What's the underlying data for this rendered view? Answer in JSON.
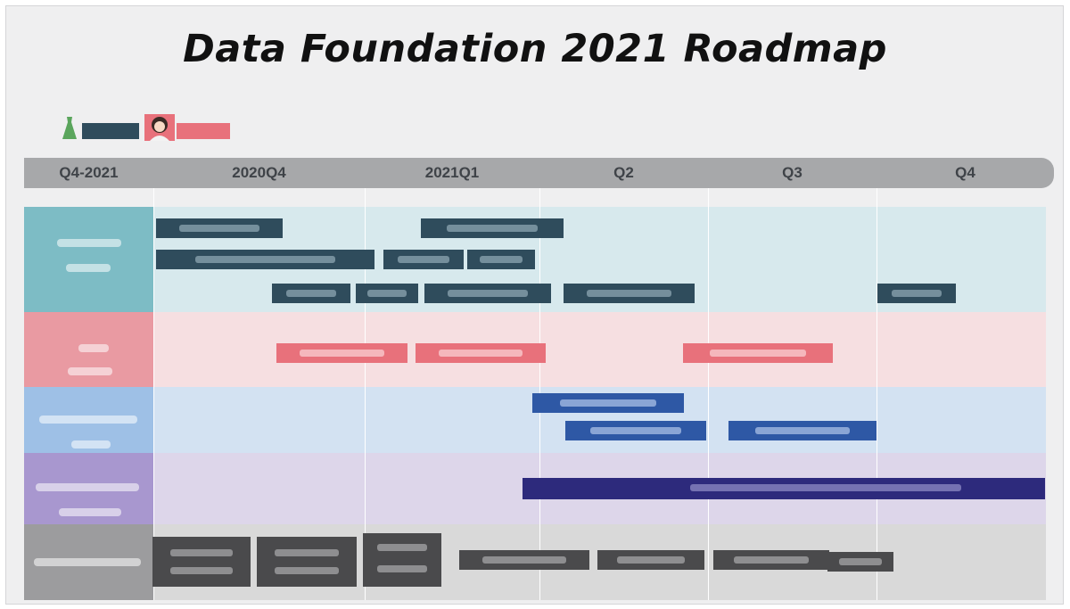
{
  "title": "Data Foundation 2021 Roadmap",
  "colors": {
    "frame_bg": "#efeff0",
    "header_bg": "#a7a8aa",
    "header_text": "#3f4348",
    "product_band": "#d7e9ed",
    "product_chevron": "#7dbcc5",
    "user_band": "#f6dfe1",
    "user_chevron": "#e99aa2",
    "recommendation_band": "#d3e2f2",
    "recommendation_chevron": "#9ec0e6",
    "commodity_band": "#ddd6ea",
    "commodity_chevron": "#a897cf",
    "architecture_band": "#d9d9d9",
    "architecture_chevron": "#9c9c9e",
    "bar_dark": "#2f4c5c",
    "bar_red": "#e8717b",
    "bar_blue": "#2e58a5",
    "bar_indigo": "#2d2a7c",
    "bar_gray": "#4a4a4c"
  },
  "legend": [
    {
      "icon": "dress-icon",
      "label": "",
      "color": "#2f4c5c"
    },
    {
      "icon": "user-avatar-icon",
      "label": "",
      "color": "#e8717b"
    }
  ],
  "header": {
    "row_label": "Q4-2021",
    "periods": [
      "2020Q4",
      "2021Q1",
      "Q2",
      "Q3",
      "Q4"
    ]
  },
  "lanes": [
    {
      "label": "",
      "bars": [
        "",
        "",
        "",
        "",
        "",
        "",
        "",
        "",
        "",
        ""
      ]
    },
    {
      "label": "",
      "bars": [
        "",
        "",
        ""
      ]
    },
    {
      "label": "",
      "bars": [
        "",
        "",
        ""
      ]
    },
    {
      "label": "",
      "bars": [
        ""
      ]
    },
    {
      "label": "",
      "bars": [
        "",
        "",
        "",
        "",
        "",
        "",
        ""
      ]
    }
  ]
}
